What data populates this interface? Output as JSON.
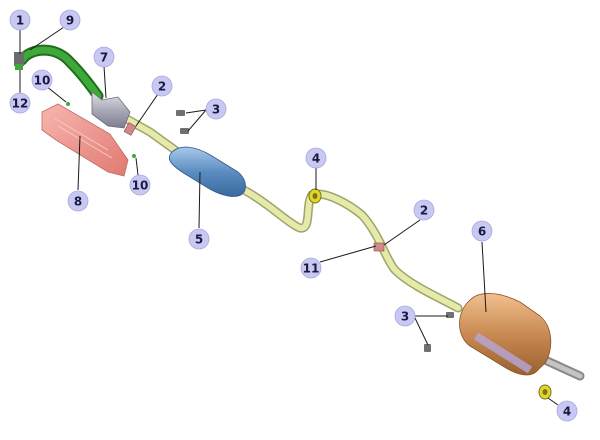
{
  "callouts": [
    {
      "id": "c1",
      "label": "1"
    },
    {
      "id": "c9",
      "label": "9"
    },
    {
      "id": "c12",
      "label": "12"
    },
    {
      "id": "c10a",
      "label": "10"
    },
    {
      "id": "c7",
      "label": "7"
    },
    {
      "id": "c2a",
      "label": "2"
    },
    {
      "id": "c3a",
      "label": "3"
    },
    {
      "id": "c8",
      "label": "8"
    },
    {
      "id": "c10b",
      "label": "10"
    },
    {
      "id": "c4a",
      "label": "4"
    },
    {
      "id": "c5",
      "label": "5"
    },
    {
      "id": "c2b",
      "label": "2"
    },
    {
      "id": "c11",
      "label": "11"
    },
    {
      "id": "c6",
      "label": "6"
    },
    {
      "id": "c3b",
      "label": "3"
    },
    {
      "id": "c4b",
      "label": "4"
    }
  ],
  "colors": {
    "pipe": "#e6e9a9",
    "pipe_edge": "#9ea56a",
    "flex_pipe": "#3ea83a",
    "heat_shield": "#ee8e86",
    "catalytic": "#b7b7c4",
    "middle_muffler": "#5f91c4",
    "rear_muffler": "#c98a52",
    "clamp": "#d08a8a",
    "hanger": "#6a6a6a",
    "bubble": "#c9c8f2"
  }
}
